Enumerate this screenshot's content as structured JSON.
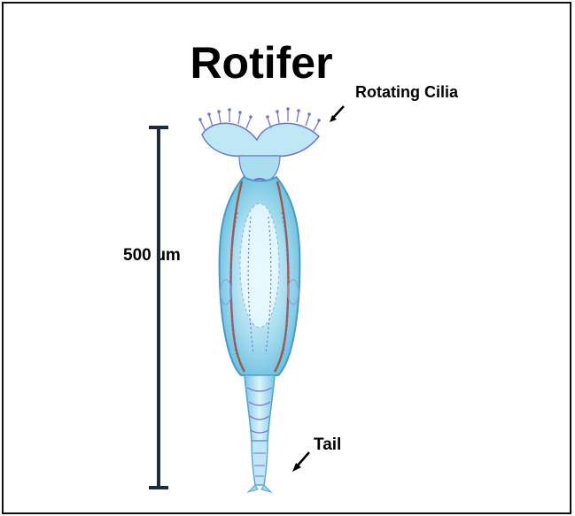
{
  "diagram": {
    "title": "Rotifer",
    "labels": {
      "cilia": "Rotating Cilia",
      "scale": "500 µm",
      "tail": "Tail"
    }
  }
}
